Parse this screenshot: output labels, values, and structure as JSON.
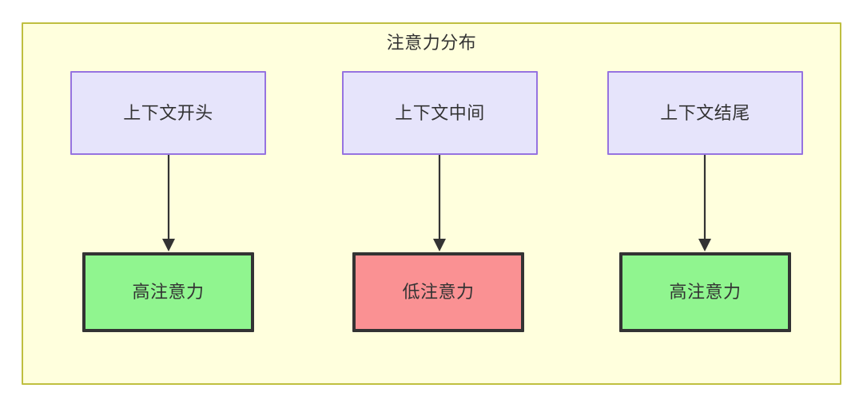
{
  "diagram": {
    "title": "注意力分布",
    "container": {
      "fill": "#ffffdd",
      "border": "#bfbf40"
    },
    "columns": [
      {
        "id": "col1",
        "source": {
          "label": "上下文开头",
          "fill": "#e6e4fb",
          "border": "#9673e0"
        },
        "target": {
          "label": "高注意力",
          "fill": "#90f58f",
          "border": "#333333",
          "level": "high"
        }
      },
      {
        "id": "col2",
        "source": {
          "label": "上下文中间",
          "fill": "#e6e4fb",
          "border": "#9673e0"
        },
        "target": {
          "label": "低注意力",
          "fill": "#fa9193",
          "border": "#333333",
          "level": "low"
        }
      },
      {
        "id": "col3",
        "source": {
          "label": "上下文结尾",
          "fill": "#e6e4fb",
          "border": "#9673e0"
        },
        "target": {
          "label": "高注意力",
          "fill": "#90f58f",
          "border": "#333333",
          "level": "high"
        }
      }
    ],
    "edges": [
      {
        "from": "上下文开头",
        "to": "高注意力",
        "arrow": "arrow-down-icon"
      },
      {
        "from": "上下文中间",
        "to": "低注意力",
        "arrow": "arrow-down-icon"
      },
      {
        "from": "上下文结尾",
        "to": "高注意力",
        "arrow": "arrow-down-icon"
      }
    ]
  }
}
